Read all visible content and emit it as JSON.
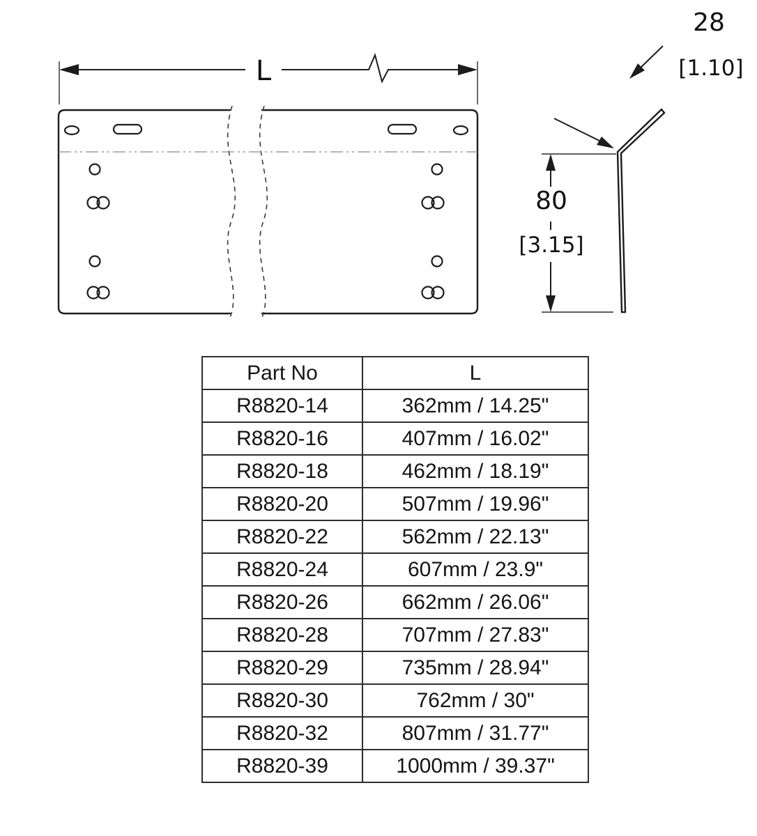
{
  "drawing": {
    "length_label": "L",
    "flange_mm": "28",
    "flange_in": "[1.10]",
    "height_mm": "80",
    "height_in": "[3.15]"
  },
  "table": {
    "headers": [
      "Part No",
      "L"
    ],
    "rows": [
      [
        "R8820-14",
        "362mm / 14.25\""
      ],
      [
        "R8820-16",
        "407mm / 16.02\""
      ],
      [
        "R8820-18",
        "462mm / 18.19\""
      ],
      [
        "R8820-20",
        "507mm / 19.96\""
      ],
      [
        "R8820-22",
        "562mm / 22.13\""
      ],
      [
        "R8820-24",
        "607mm / 23.9\""
      ],
      [
        "R8820-26",
        "662mm / 26.06\""
      ],
      [
        "R8820-28",
        "707mm / 27.83\""
      ],
      [
        "R8820-29",
        "735mm / 28.94\""
      ],
      [
        "R8820-30",
        "762mm / 30\""
      ],
      [
        "R8820-32",
        "807mm / 31.77\""
      ],
      [
        "R8820-39",
        "1000mm / 39.37\""
      ]
    ]
  }
}
